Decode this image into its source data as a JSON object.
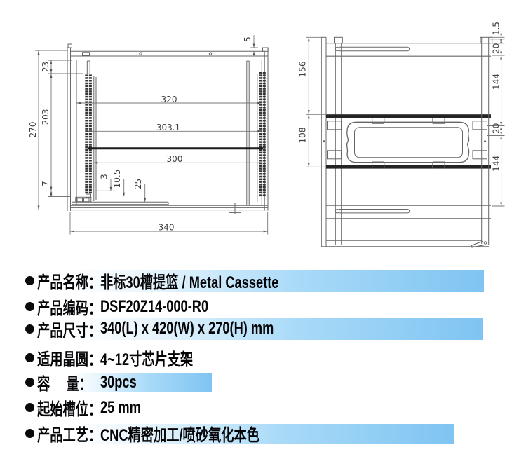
{
  "drawings": {
    "front": {
      "dim_340": "340",
      "dim_270": "270",
      "dim_203": "203",
      "dim_23": "23",
      "dim_7": "7",
      "dim_320": "320",
      "dim_303_1": "303.1",
      "dim_300": "300",
      "dim_5": "5",
      "dim_3": "3",
      "dim_10_5": "10.5",
      "dim_25": "25"
    },
    "side": {
      "dim_156": "156",
      "dim_108": "108",
      "dim_1_5": "1.5",
      "dim_20_top": "20",
      "dim_144_top": "144",
      "dim_20_mid": "20",
      "dim_144_bottom": "144"
    }
  },
  "specs": {
    "rows": [
      {
        "label": "产品名称：",
        "value": "非标30槽提篮 / Metal Cassette",
        "highlighted": true
      },
      {
        "label": "产品编码：",
        "value": "DSF20Z14-000-R0",
        "highlighted": false
      },
      {
        "label": "产品尺寸：",
        "value": "340(L) x 420(W) x 270(H) mm",
        "highlighted": true
      },
      {
        "label": "适用晶圆：",
        "value": "4~12寸芯片支架",
        "highlighted": false
      },
      {
        "label": "容　 量：",
        "value": "30pcs",
        "highlighted": true
      },
      {
        "label": "起始槽位：",
        "value": "25 mm",
        "highlighted": false
      },
      {
        "label": "产品工艺：",
        "value": "CNC精密加工/喷砂氧化本色",
        "highlighted": true
      }
    ],
    "highlight_color_end": "#7fc4f2",
    "highlight_color_mid": "#a9daf8",
    "bullet_color": "#0a0a0a"
  }
}
